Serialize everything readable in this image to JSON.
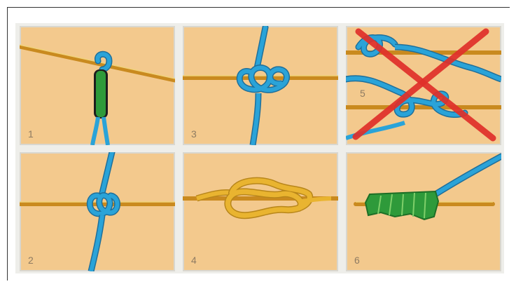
{
  "colors": {
    "panel": "#f3c98d",
    "stick": "#c98a1f",
    "blue_rope": "#2aa3d8",
    "yellow_rope": "#e9b430",
    "green": "#2e9a3a",
    "red_cross": "#e0302a"
  },
  "panels": [
    {
      "label": "1"
    },
    {
      "label": "2"
    },
    {
      "label": "3"
    },
    {
      "label": "4"
    },
    {
      "label": "5"
    },
    {
      "label": "6"
    }
  ]
}
